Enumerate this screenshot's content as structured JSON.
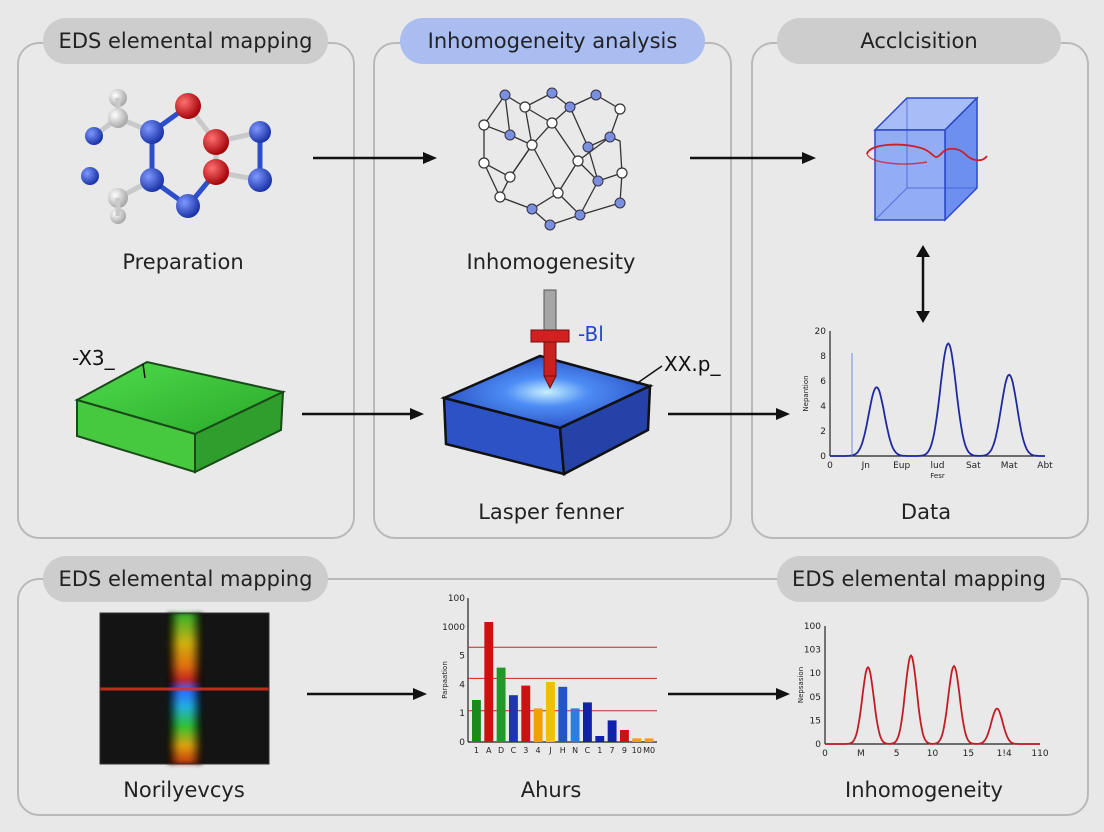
{
  "panels": {
    "top_left_title": "EDS elemental mapping",
    "top_mid_title": "Inhomogeneity analysis",
    "top_right_title": "Acclcisition",
    "bottom_left_title": "EDS elemental mapping",
    "bottom_right_title": "EDS elemental mapping"
  },
  "captions": {
    "preparation": "Preparation",
    "inhomogenesity": "Inhomogenesity",
    "lasper_fenner": "Lasper fenner",
    "data": "Data",
    "norilyevcys": "Norilyevcys",
    "ahurs": "Ahurs",
    "inhomogeneity": "Inhomogeneity"
  },
  "labels": {
    "sample_label": "-X3_",
    "beam_label": "-Bl",
    "block_label": "XX.p_"
  },
  "colors": {
    "atom_blue": "#2d4fc4",
    "atom_red": "#d0141c",
    "bond_blue": "#2e4fcc",
    "cube_blue": "#7b9cf0",
    "green_block": "#3ec43c",
    "blue_block": "#2f55c8",
    "arrow": "#111111",
    "line_red": "#cc1f26"
  },
  "chart_data": [
    {
      "type": "line",
      "x_tick_labels": [
        "0",
        "Jn",
        "Eup",
        "lud",
        "Sat",
        "Mat",
        "Abt"
      ],
      "y_tick_labels": [
        "0",
        "2",
        "4",
        "6",
        "8",
        "20"
      ],
      "ylabel": "Nepantion",
      "xlabel": "Fesr",
      "ylim": [
        0,
        10
      ],
      "series": [
        {
          "peaks": [
            {
              "x": 1.3,
              "height": 5.5
            },
            {
              "x": 3.3,
              "height": 9.0
            },
            {
              "x": 5.0,
              "height": 6.5
            }
          ]
        }
      ]
    },
    {
      "type": "bar",
      "categories": [
        "1",
        "A",
        "D",
        "C",
        "3",
        "4",
        "J",
        "H",
        "N",
        "C",
        "1",
        "7",
        "9",
        "10",
        "M0"
      ],
      "colors": [
        "#1a8a1a",
        "#cc1111",
        "#22992a",
        "#1f35b0",
        "#cc1111",
        "#f0a000",
        "#f0c000",
        "#2255cc",
        "#2a7fdd",
        "#1122aa",
        "#1122aa",
        "#1122aa",
        "#cc1111",
        "#f0a000",
        "#f0a000"
      ],
      "values": [
        3.5,
        10.0,
        6.2,
        3.9,
        4.7,
        2.8,
        5.0,
        4.6,
        2.8,
        3.3,
        0.5,
        1.8,
        1.0,
        0.3,
        0.3
      ],
      "y_tick_labels": [
        "0",
        "1",
        "4",
        "5",
        "1000",
        "100"
      ],
      "ylabel": "Parpaation",
      "ylim": [
        0,
        12
      ],
      "reference_lines": [
        2.6,
        5.3,
        7.9
      ]
    },
    {
      "type": "line",
      "x_tick_labels": [
        "0",
        "M",
        "5",
        "10",
        "15",
        "1!4",
        "110"
      ],
      "y_tick_labels": [
        "0",
        "15",
        "05",
        "10",
        "103",
        "100"
      ],
      "ylabel": "Nepsasion",
      "ylim": [
        0,
        10
      ],
      "series": [
        {
          "peaks": [
            {
              "x": 1.5,
              "height": 6.5
            },
            {
              "x": 3.0,
              "height": 7.5
            },
            {
              "x": 4.5,
              "height": 6.6
            },
            {
              "x": 6.0,
              "height": 3.0
            }
          ]
        }
      ]
    }
  ]
}
